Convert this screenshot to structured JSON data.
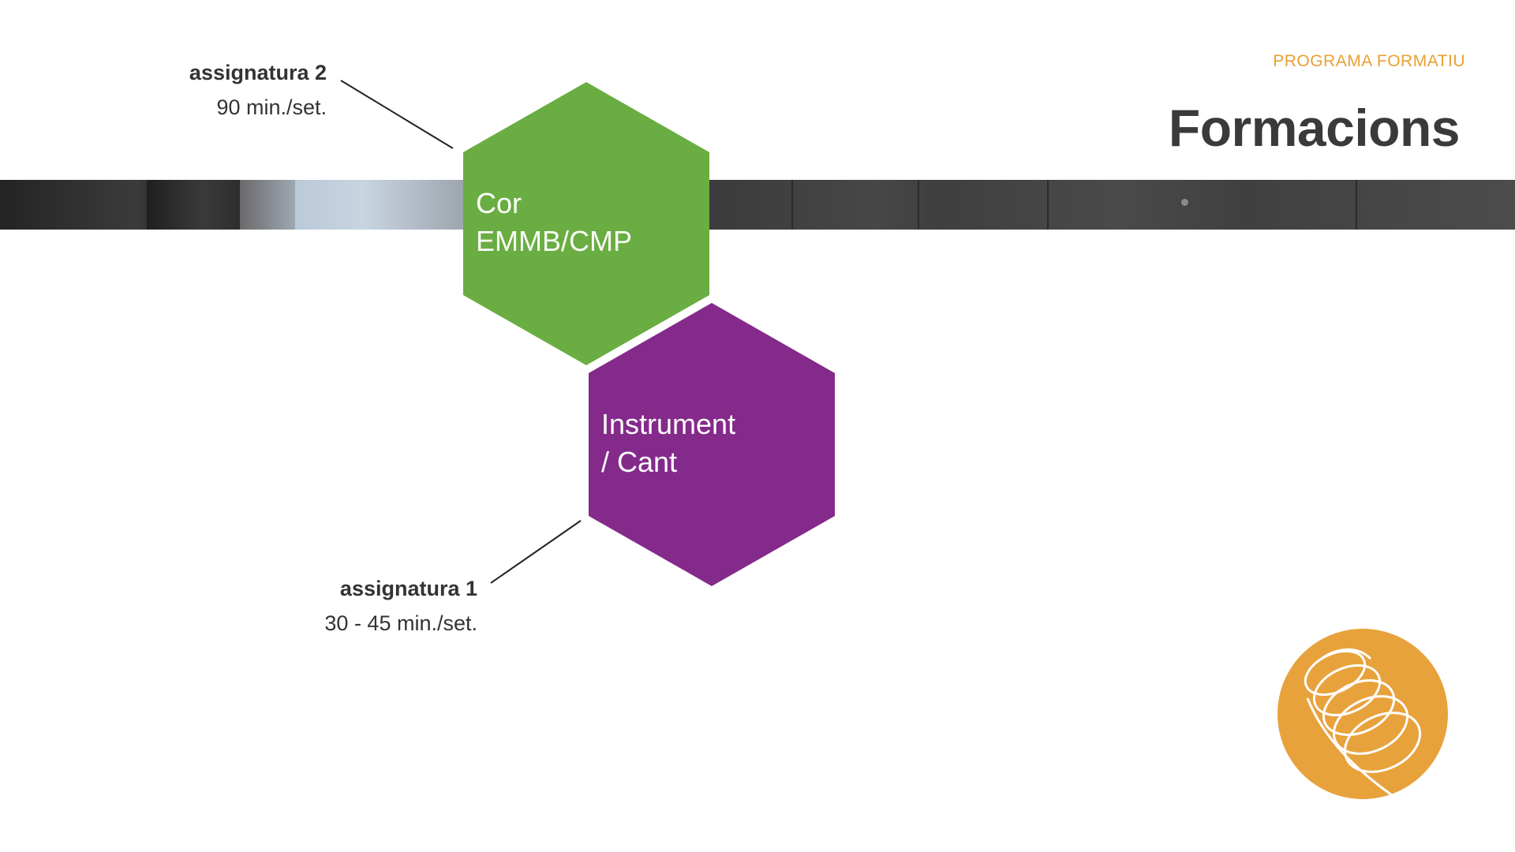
{
  "header": {
    "kicker": "PROGRAMA FORMATIU",
    "title": "Formacions"
  },
  "hexagons": [
    {
      "id": "cor",
      "line1": "Cor",
      "line2": "EMMB/CMP",
      "color": "#6aad42"
    },
    {
      "id": "instrument",
      "line1": "Instrument",
      "line2": "/ Cant",
      "color": "#842a8b"
    }
  ],
  "subjects": [
    {
      "name": "assignatura 2",
      "duration": "90 min./set."
    },
    {
      "name": "assignatura 1",
      "duration": "30 - 45 min./set."
    }
  ],
  "colors": {
    "accent": "#e8a030",
    "title": "#3a3a3a",
    "logo": "#e8a23c"
  }
}
